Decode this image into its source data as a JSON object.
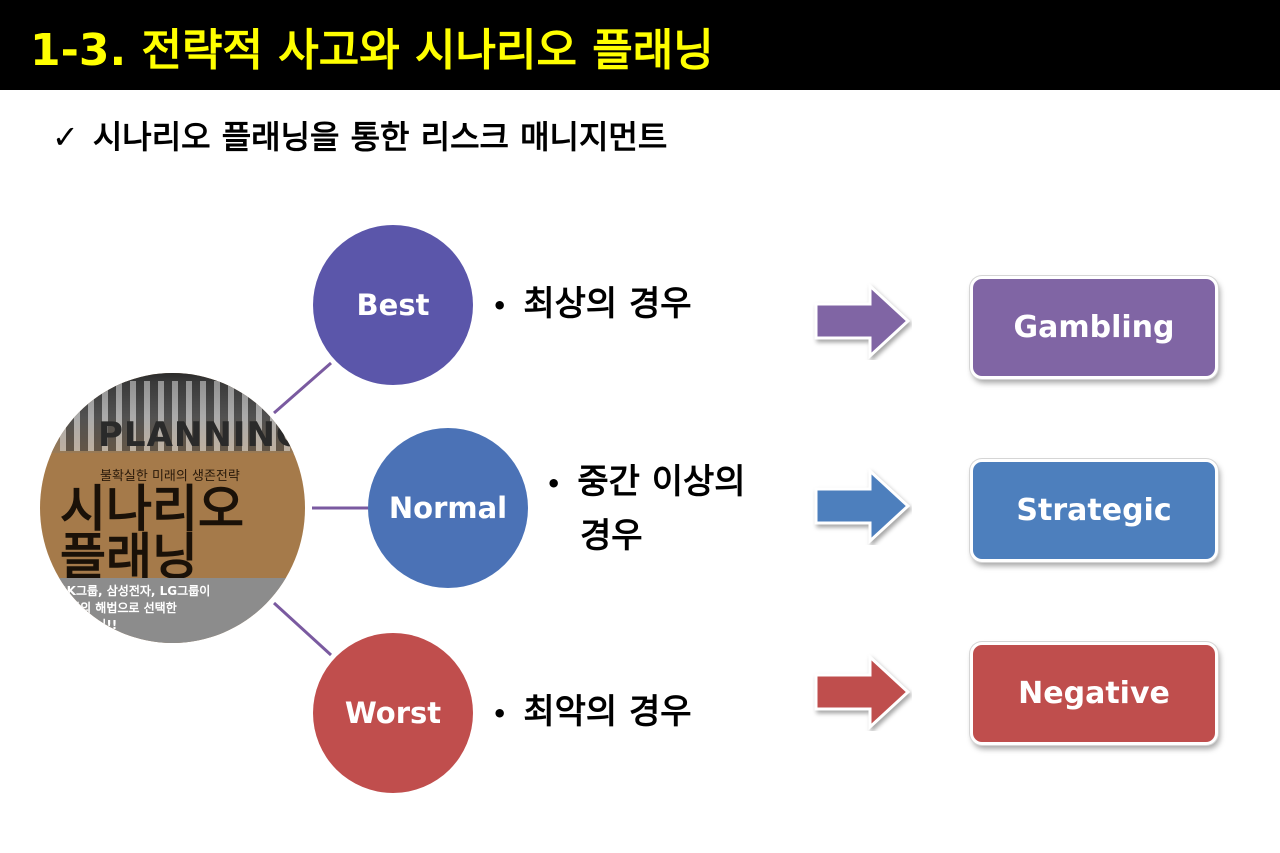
{
  "header": {
    "title": "1-3. 전략적 사고와 시나리오 플래닝",
    "title_color": "#ffff00",
    "background": "#000000"
  },
  "subtitle": {
    "check_icon": "✓",
    "text": "시나리오 플래닝을 통한 리스크 매니지먼트"
  },
  "book_cover": {
    "title_en": "PLANNING",
    "subtitle": "불확실한 미래의 생존전략",
    "title_ko_line1": "시나리오",
    "title_ko_line2": "플래닝",
    "band_text": "SK그룹, 삼성전자, LG그룹이\n위기의 해법으로 선택한\n오 플래닝!!"
  },
  "scenarios": [
    {
      "label": "Best",
      "description": "최상의 경우",
      "outcome": "Gambling",
      "color": "#5b56aa",
      "outcome_color": "#8065a4"
    },
    {
      "label": "Normal",
      "description_line1": "중간 이상의",
      "description_line2": "경우",
      "outcome": "Strategic",
      "color": "#4b72b6",
      "outcome_color": "#4d7fbd"
    },
    {
      "label": "Worst",
      "description": "최악의 경우",
      "outcome": "Negative",
      "color": "#c04e4d",
      "outcome_color": "#bf4e4d"
    }
  ],
  "bullet_icon": "•"
}
